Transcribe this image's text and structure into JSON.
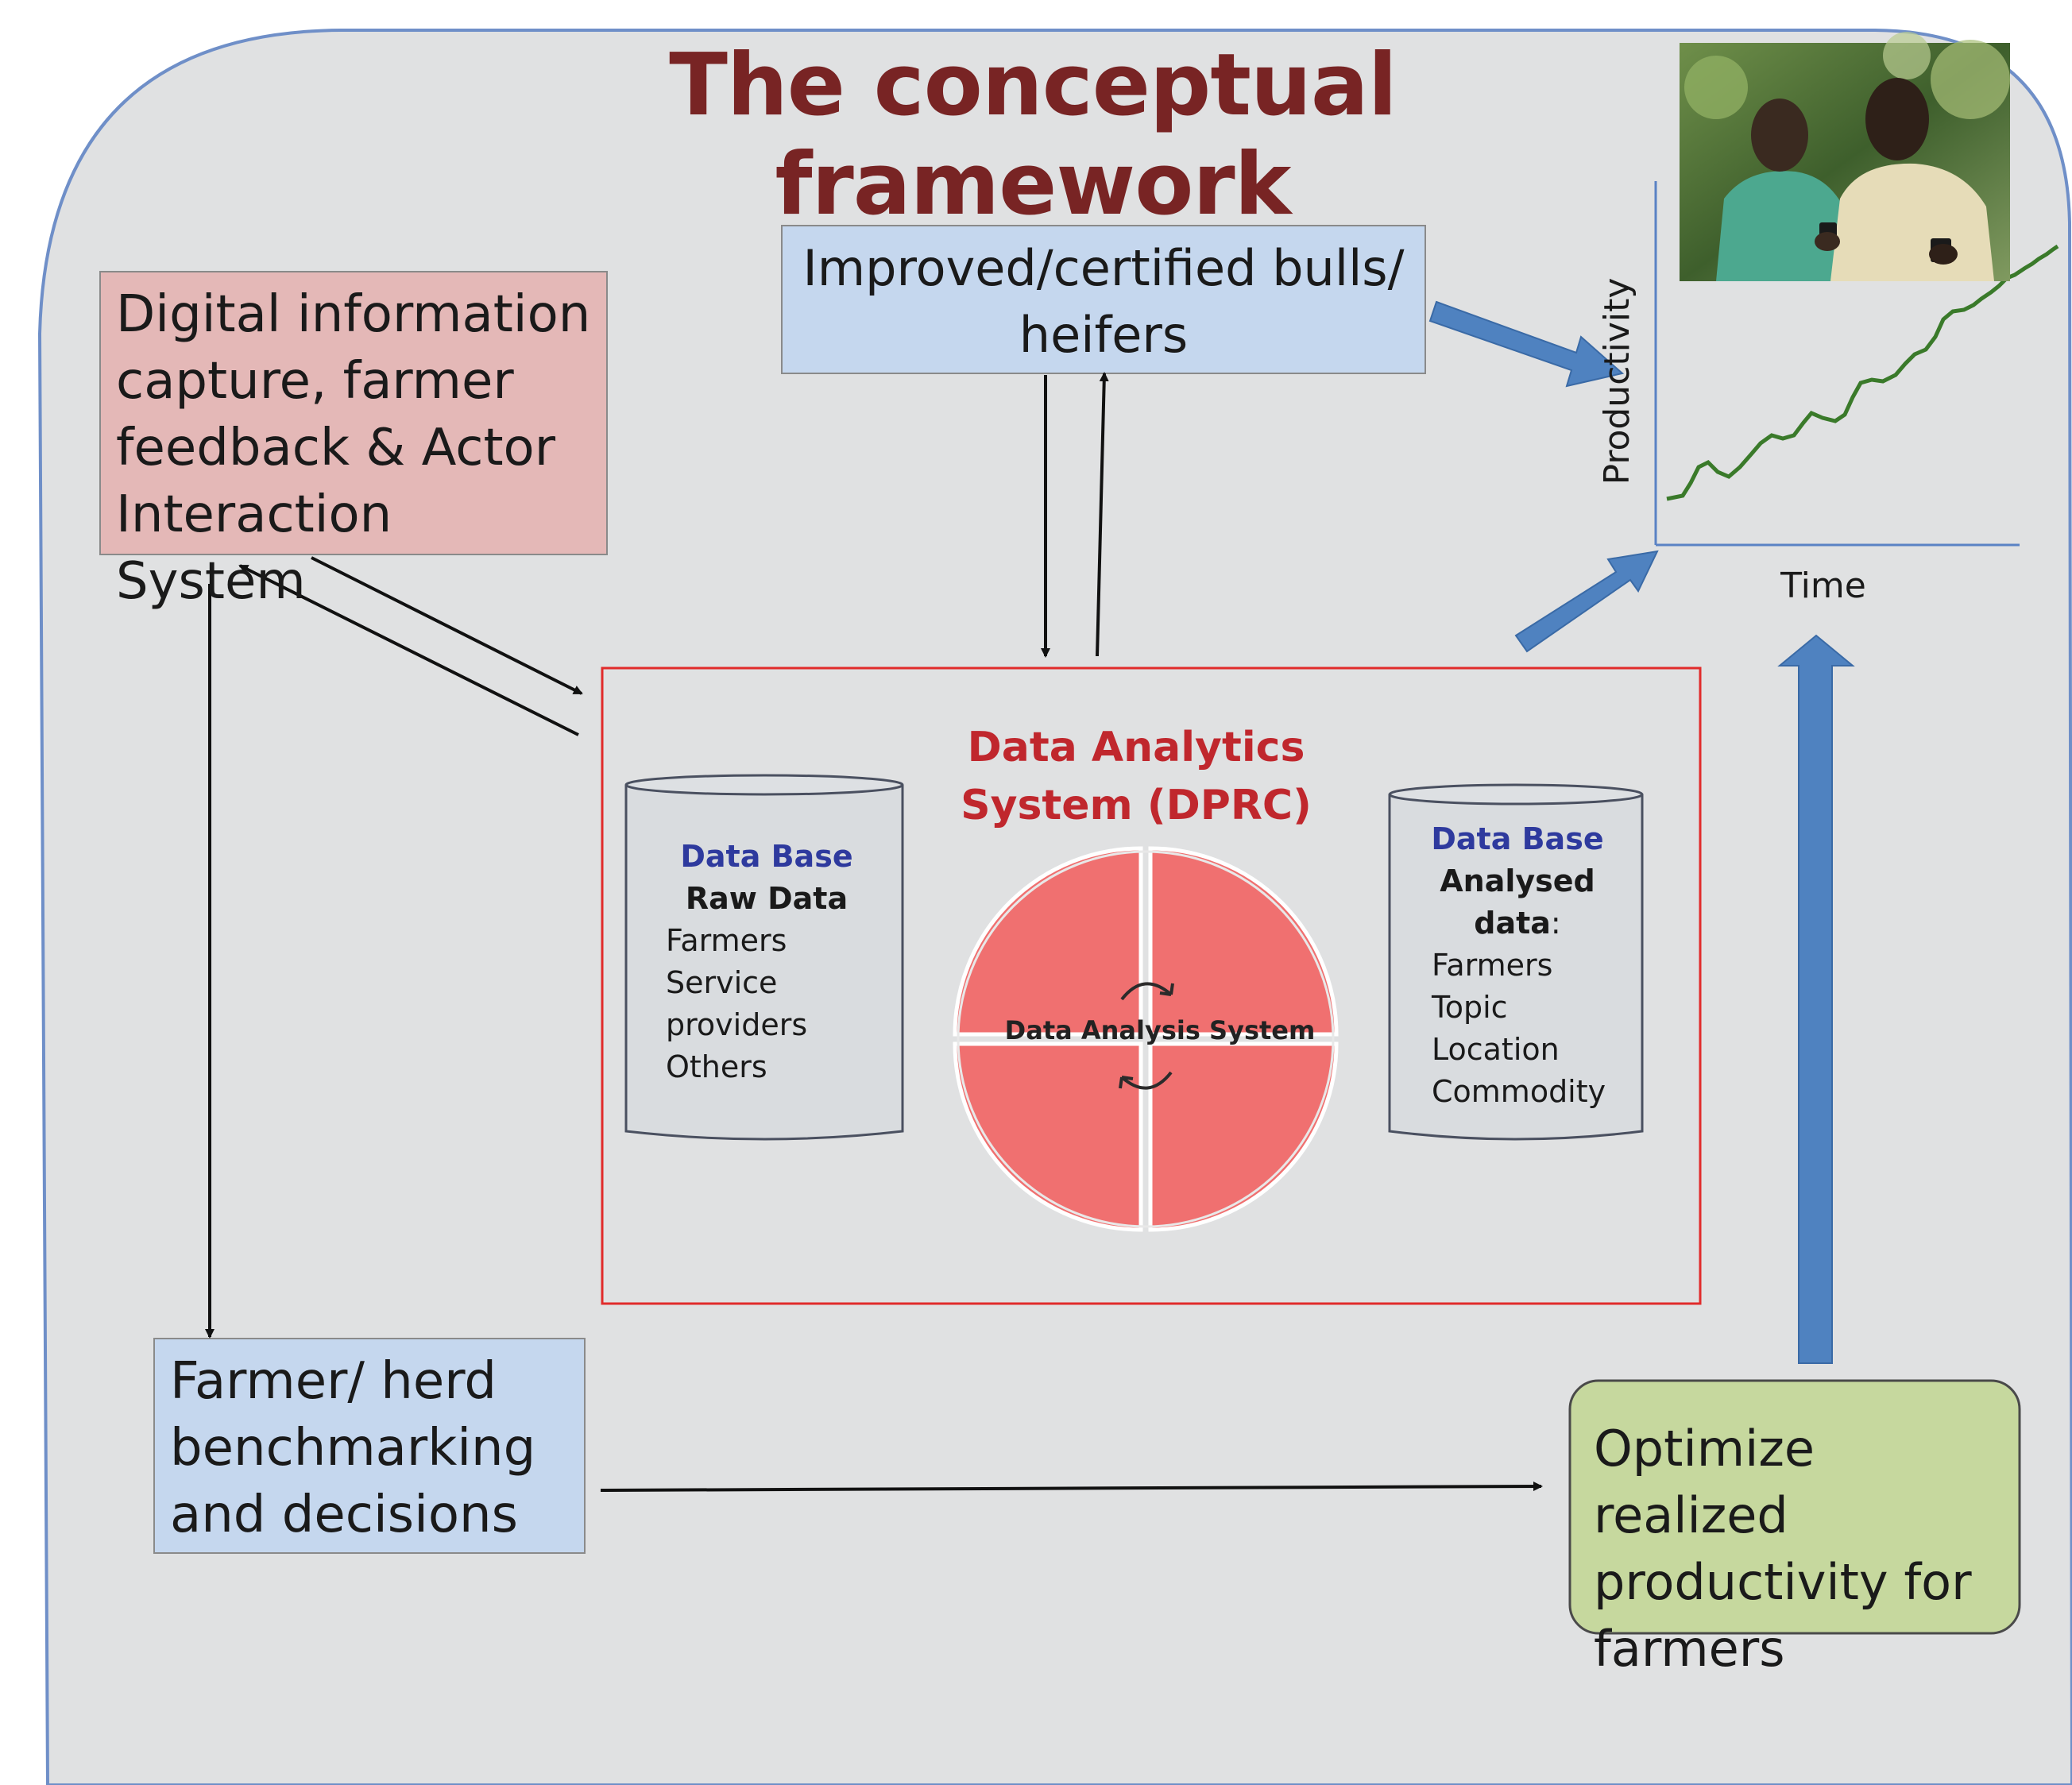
{
  "title": "The conceptual framework",
  "boxes": {
    "digital_capture": "Digital information capture, farmer feedback & Actor Interaction System",
    "bulls": "Improved/certified bulls/ heifers",
    "benchmarking": "Farmer/ herd benchmarking and decisions",
    "optimize": "Optimize realized productivity for farmers"
  },
  "analytics": {
    "heading_line1": "Data Analytics",
    "heading_line2": "System (DPRC)",
    "circle_label": "Data Analysis System"
  },
  "raw_db": {
    "head": "Data Base",
    "subhead": "Raw Data",
    "items": [
      "Farmers",
      "Service",
      "providers",
      "Others"
    ]
  },
  "analysed_db": {
    "head": "Data Base",
    "subhead_line1": "Analysed",
    "subhead_line2": "data",
    "colon": ":",
    "items": [
      "Farmers",
      "Topic",
      "Location",
      "Commodity"
    ]
  },
  "graph": {
    "ylabel": "Productivity",
    "xlabel": "Time"
  },
  "colors": {
    "title": "#782424",
    "panel": "#e0e1e2",
    "pink_box": "#e4b8b7",
    "blue_box": "#c5d7ee",
    "green_box": "#c6d89e",
    "analytics_red": "#c0272d",
    "circle_fill": "#f07070",
    "big_arrow": "#4f82c0",
    "trend_line": "#3a7a2a"
  },
  "icons": [
    "photo-two-farmers-with-phones",
    "cycle-arrows-icon"
  ]
}
